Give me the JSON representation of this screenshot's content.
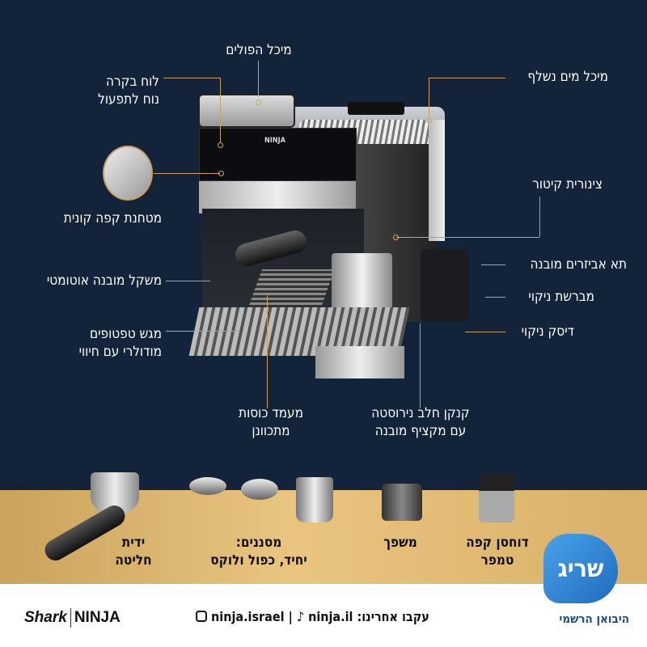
{
  "features": {
    "bean_hopper": "מיכל הפולים",
    "control_panel": [
      "לוח בקרה",
      "נוח לתפעול"
    ],
    "water_tank": "מיכל מים נשלף",
    "steam_wand": "צינורית קיטור",
    "conical_grinder": "מטחנת קפה קונית",
    "accessory_storage": "תא אביזרים מובנה",
    "built_in_scale": "משקל מובנה אוטומטי",
    "cleaning_brush": "מברשת ניקוי",
    "cleaning_disc": "דיסק ניקוי",
    "drip_tray": [
      "מגש טפטופים",
      "מודולרי עם חיווי"
    ],
    "cup_stand": [
      "מעמד כוסות",
      "מתכוונן"
    ],
    "milk_jug": [
      "קנקן חלב נירוסטה",
      "עם מקציף מובנה"
    ]
  },
  "accessories": [
    {
      "lines": [
        "ידית",
        "חליטה"
      ]
    },
    {
      "lines": [
        "מסננים:",
        "יחיד, כפול ולוקס"
      ]
    },
    {
      "lines": [
        "משפך"
      ]
    },
    {
      "lines": [
        "דוחסן קפה",
        "טמפר"
      ]
    }
  ],
  "importer": {
    "logo": "שריג",
    "tagline": "היבואן הרשמי",
    "color": "#2a7fd0"
  },
  "social": {
    "follow": "עקבו אחרינו:",
    "tiktok": "ninja.il",
    "instagram": "ninja.israel",
    "separator": "|"
  },
  "brand": {
    "shark": "Shark",
    "ninja": "NINJA",
    "machine_logo": "NINJA"
  },
  "colors": {
    "background": "#13233a",
    "accent_line": "#c8a060",
    "band": "#e0b870"
  }
}
